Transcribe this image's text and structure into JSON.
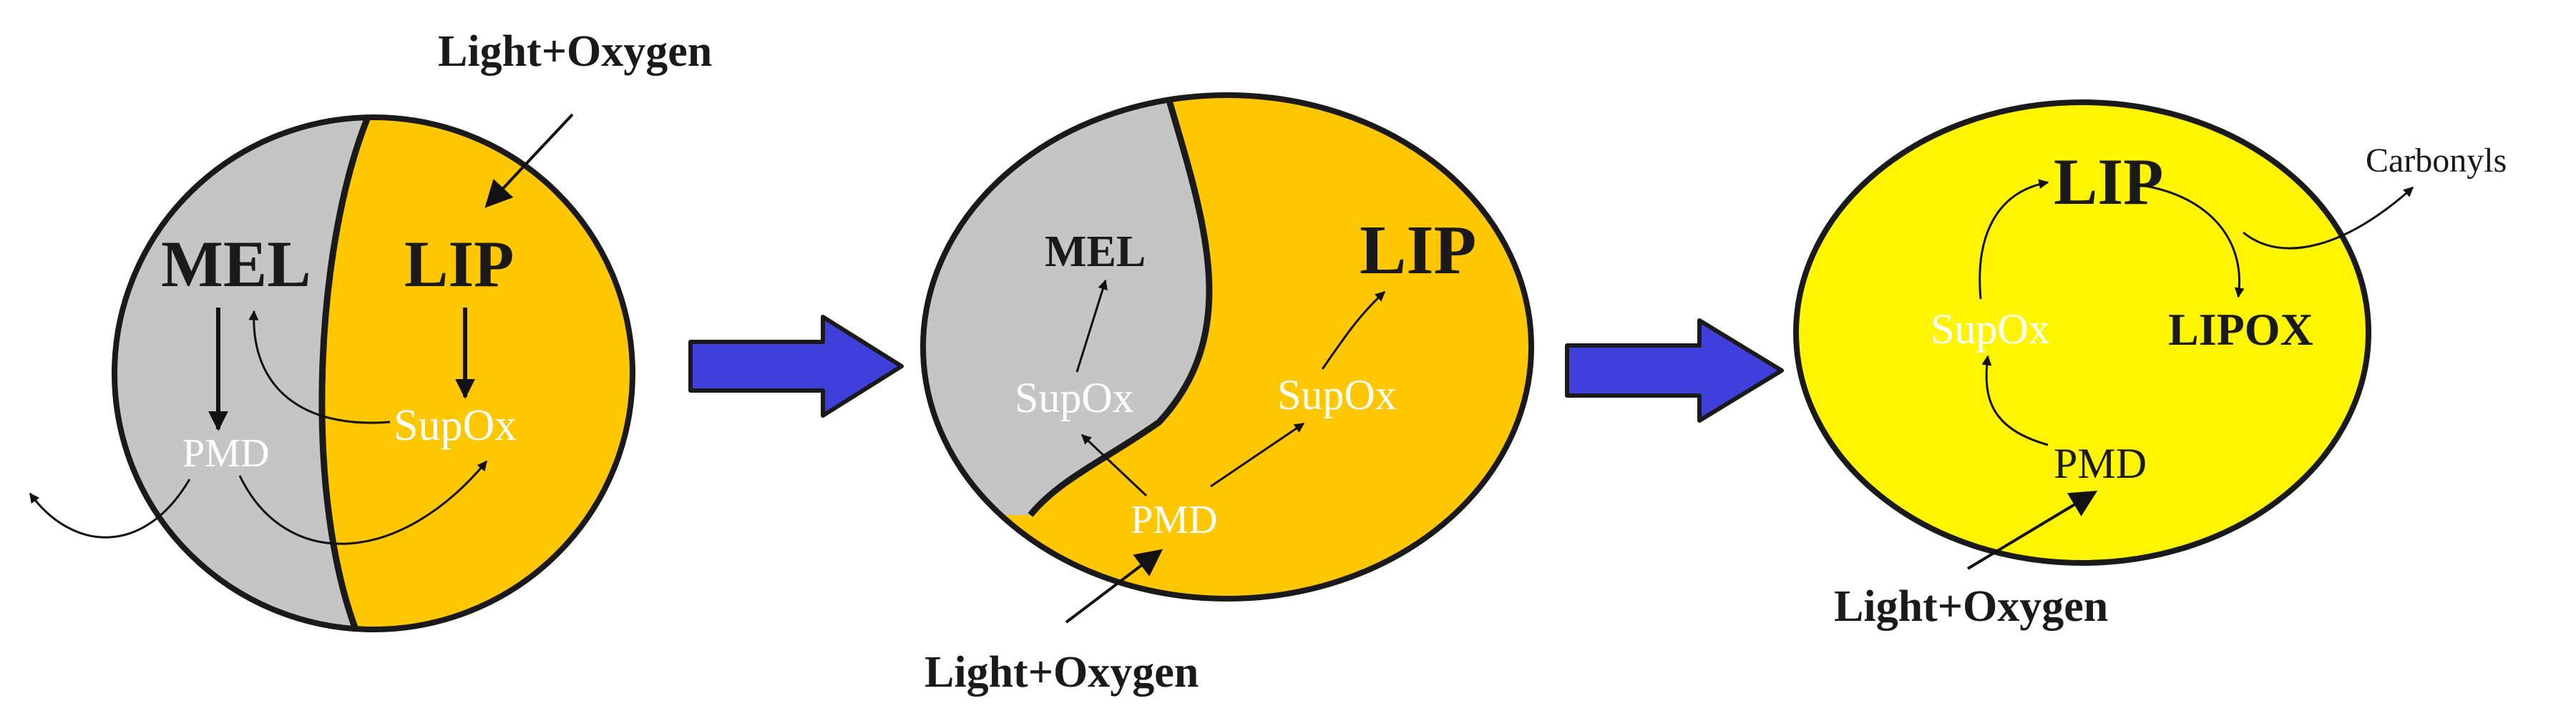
{
  "colors": {
    "melanin_gray": "#C5C5C5",
    "lipid_orange": "#FFC700",
    "lipid_yellow": "#FFF500",
    "outline": "#1A1A1A",
    "flow_arrow": "#3F3FDB",
    "label_white": "#FFFFFF"
  },
  "panel1": {
    "mel": "MEL",
    "lip": "LIP",
    "supox": "SupOx",
    "pmd": "PMD",
    "light_oxygen": "Light+Oxygen"
  },
  "panel2": {
    "mel": "MEL",
    "lip": "LIP",
    "supox_left": "SupOx",
    "supox_right": "SupOx",
    "pmd": "PMD",
    "light_oxygen": "Light+Oxygen"
  },
  "panel3": {
    "lip": "LIP",
    "supox": "SupOx",
    "lipox": "LIPOX",
    "pmd": "PMD",
    "carbonyls": "Carbonyls",
    "light_oxygen": "Light+Oxygen"
  }
}
